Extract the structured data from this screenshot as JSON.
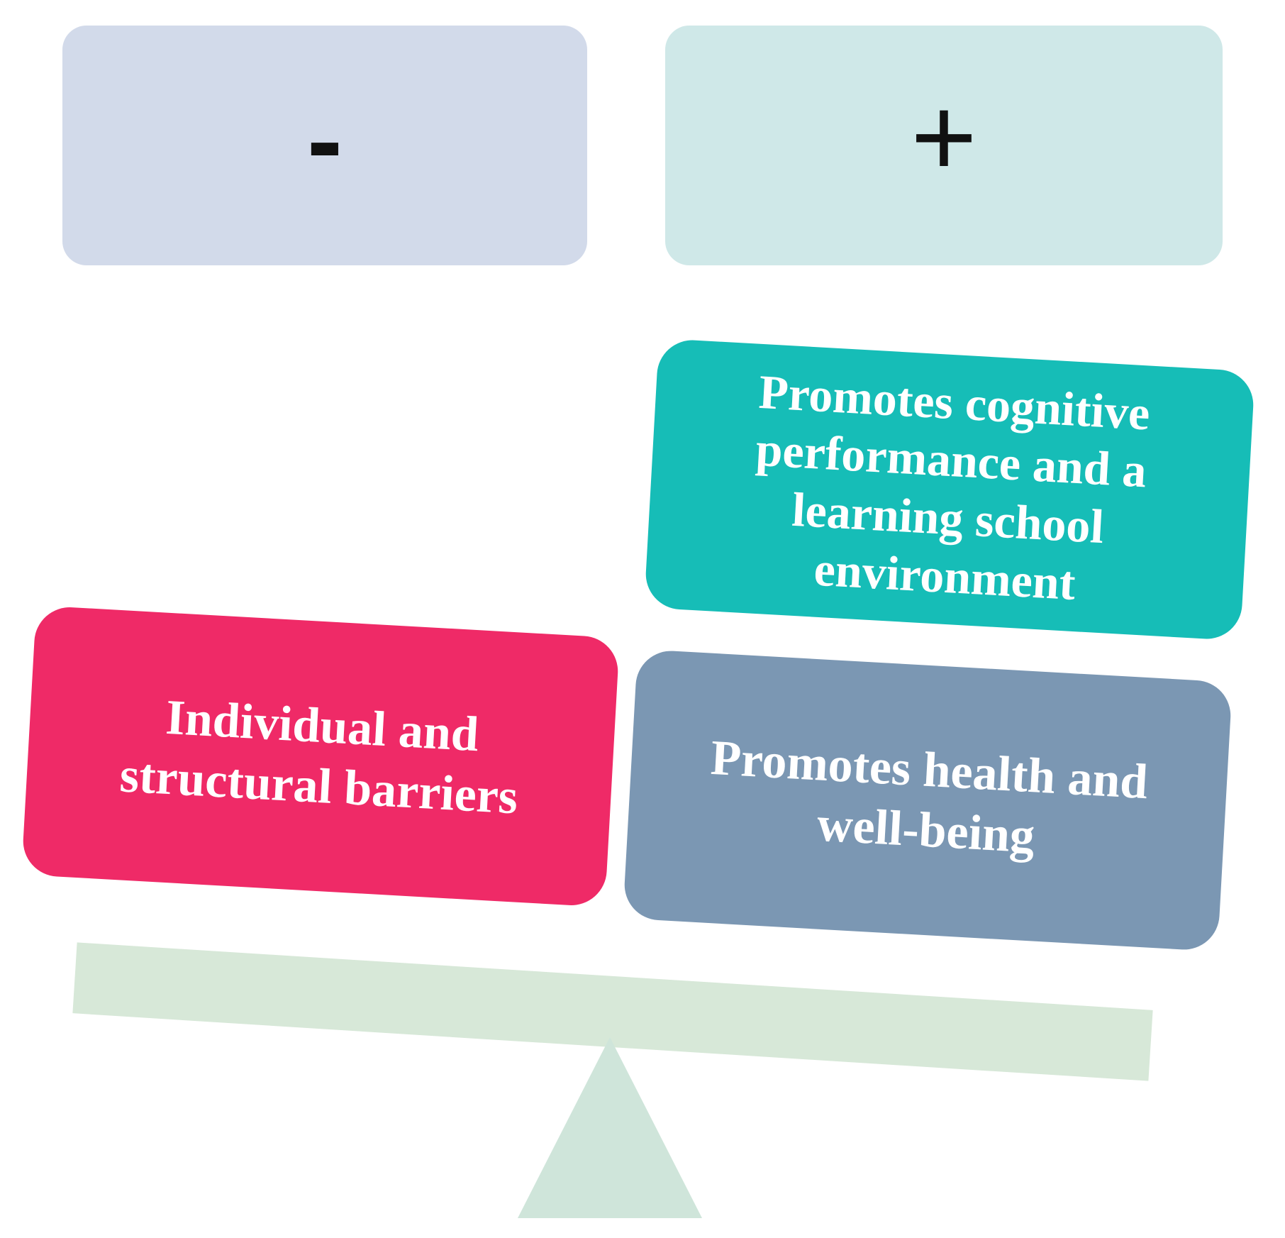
{
  "header": {
    "negative_symbol": "-",
    "positive_symbol": "+"
  },
  "factors": {
    "barriers": "Individual and structural barriers",
    "cognitive": "Promotes cognitive performance and a learning school environment",
    "health": "Promotes health and well-being"
  },
  "colors": {
    "negative_header": "#d2daea",
    "positive_header": "#cfe8e8",
    "barriers": "#ef2a67",
    "cognitive": "#16bdb7",
    "health": "#7b97b3",
    "scale": "#d7e8d8"
  }
}
